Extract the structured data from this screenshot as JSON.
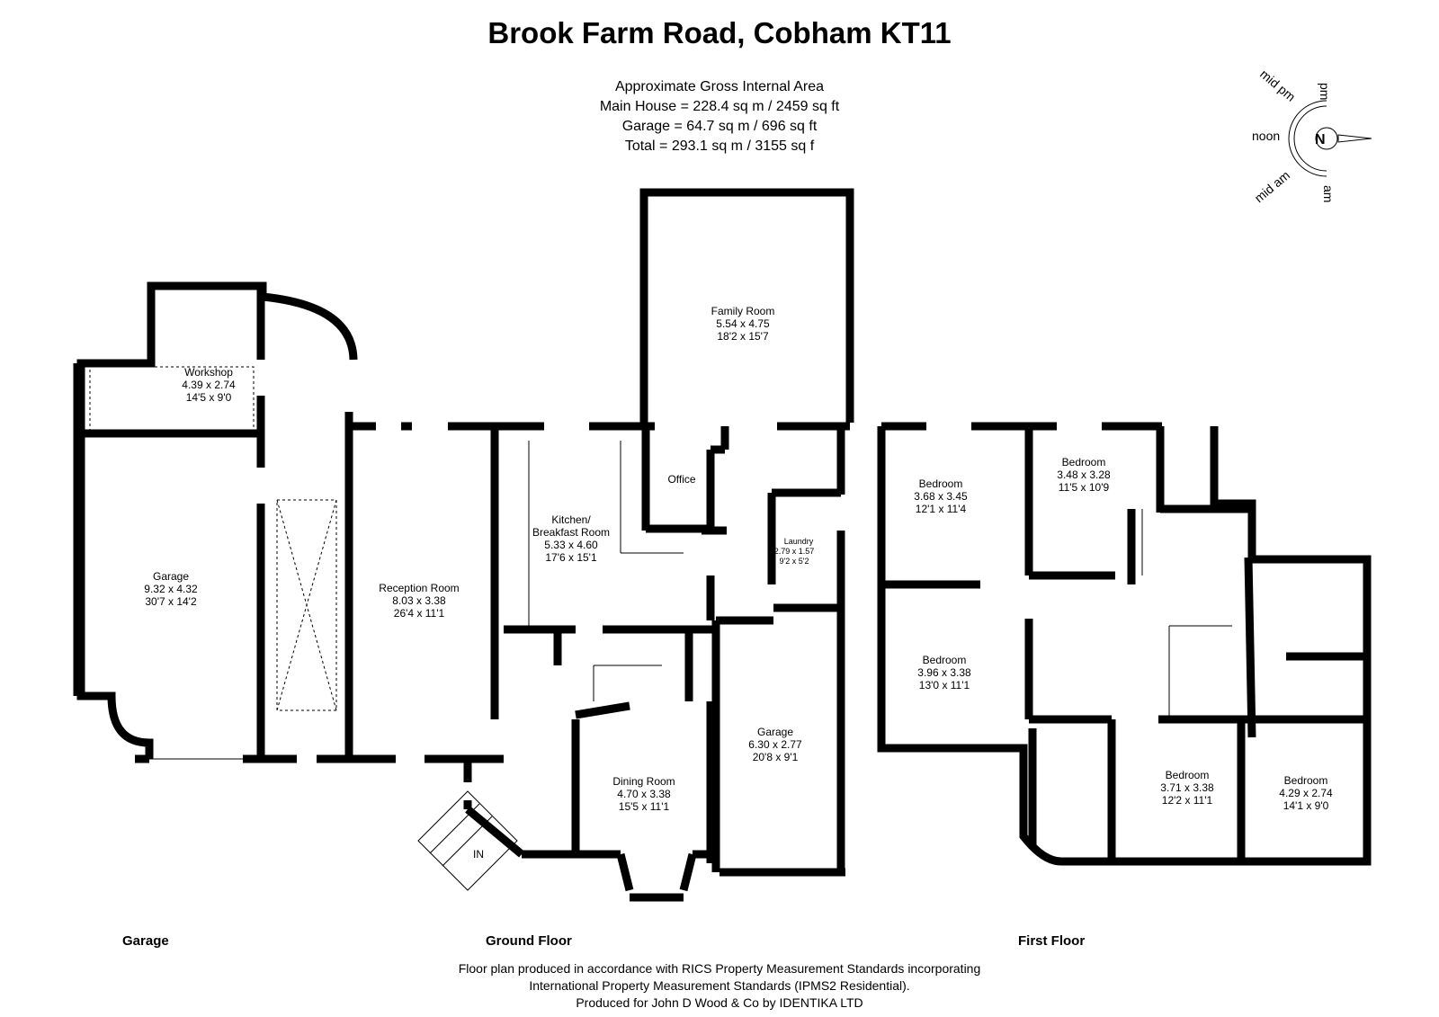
{
  "title": "Brook Farm Road, Cobham KT11",
  "area": {
    "heading": "Approximate Gross Internal Area",
    "main_house": "Main House = 228.4 sq m / 2459 sq ft",
    "garage": "Garage = 64.7 sq m / 696 sq ft",
    "total": "Total = 293.1 sq m / 3155 sq f"
  },
  "compass": {
    "north": "N",
    "pm": "pm",
    "mid_pm": "mid pm",
    "noon": "noon",
    "mid_am": "mid am",
    "am": "am"
  },
  "floors": {
    "garage": "Garage",
    "ground": "Ground Floor",
    "first": "First Floor"
  },
  "rooms": {
    "workshop": {
      "name": "Workshop",
      "metric": "4.39 x 2.74",
      "imperial": "14'5 x 9'0"
    },
    "garage_left": {
      "name": "Garage",
      "metric": "9.32 x 4.32",
      "imperial": "30'7 x 14'2"
    },
    "reception": {
      "name": "Reception Room",
      "metric": "8.03 x 3.38",
      "imperial": "26'4 x 11'1"
    },
    "kitchen_l1": "Kitchen/",
    "kitchen": {
      "name": "Breakfast Room",
      "metric": "5.33 x 4.60",
      "imperial": "17'6 x 15'1"
    },
    "family": {
      "name": "Family Room",
      "metric": "5.54 x 4.75",
      "imperial": "18'2 x 15'7"
    },
    "office": {
      "name": "Office"
    },
    "laundry": {
      "name": "Laundry",
      "metric": "2.79 x 1.57",
      "imperial": "9'2 x 5'2"
    },
    "garage_right": {
      "name": "Garage",
      "metric": "6.30 x 2.77",
      "imperial": "20'8 x 9'1"
    },
    "dining": {
      "name": "Dining Room",
      "metric": "4.70 x 3.38",
      "imperial": "15'5 x 11'1"
    },
    "entrance": {
      "name": "IN"
    },
    "bed1": {
      "name": "Bedroom",
      "metric": "3.68 x 3.45",
      "imperial": "12'1 x 11'4"
    },
    "bed2": {
      "name": "Bedroom",
      "metric": "3.48 x 3.28",
      "imperial": "11'5 x 10'9"
    },
    "bed3": {
      "name": "Bedroom",
      "metric": "3.96 x 3.38",
      "imperial": "13'0 x 11'1"
    },
    "bed4": {
      "name": "Bedroom",
      "metric": "3.71 x 3.38",
      "imperial": "12'2 x 11'1"
    },
    "bed5": {
      "name": "Bedroom",
      "metric": "4.29 x 2.74",
      "imperial": "14'1 x 9'0"
    }
  },
  "footer": {
    "line1": "Floor plan produced in accordance with RICS Property Measurement Standards incorporating",
    "line2": "International Property Measurement Standards (IPMS2 Residential).",
    "line3": "Produced for John D Wood & Co by IDENTIKA LTD"
  }
}
